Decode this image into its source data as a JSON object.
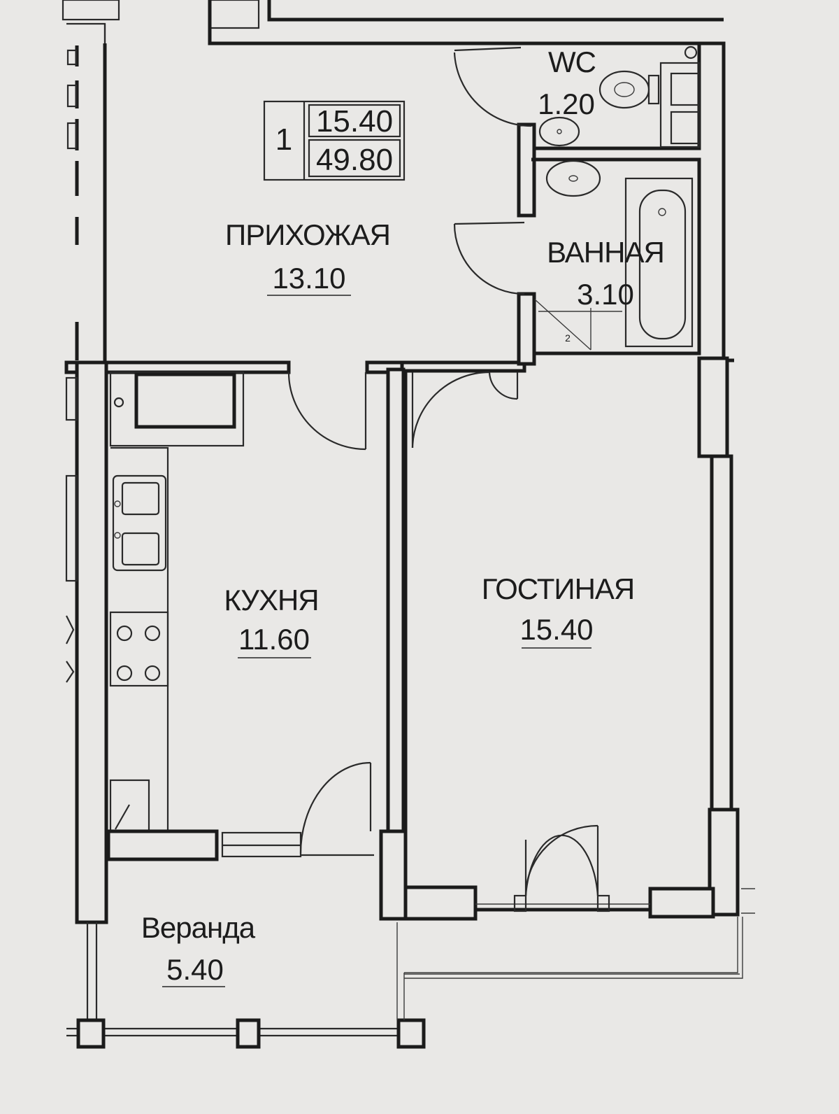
{
  "apartment_box": {
    "rooms": "1",
    "living_area": "15.40",
    "total_area": "49.80"
  },
  "rooms": {
    "hallway": {
      "name": "ПРИХОЖАЯ",
      "area": "13.10"
    },
    "wc": {
      "name": "WC",
      "area": "1.20"
    },
    "bathroom": {
      "name": "ВАННАЯ",
      "area": "3.10"
    },
    "kitchen": {
      "name": "КУХНЯ",
      "area": "11.60"
    },
    "living_room": {
      "name": "ГОСТИНАЯ",
      "area": "15.40"
    },
    "veranda": {
      "name": "Веранда",
      "area": "5.40"
    }
  },
  "misc": {
    "stair_mark": "2"
  }
}
